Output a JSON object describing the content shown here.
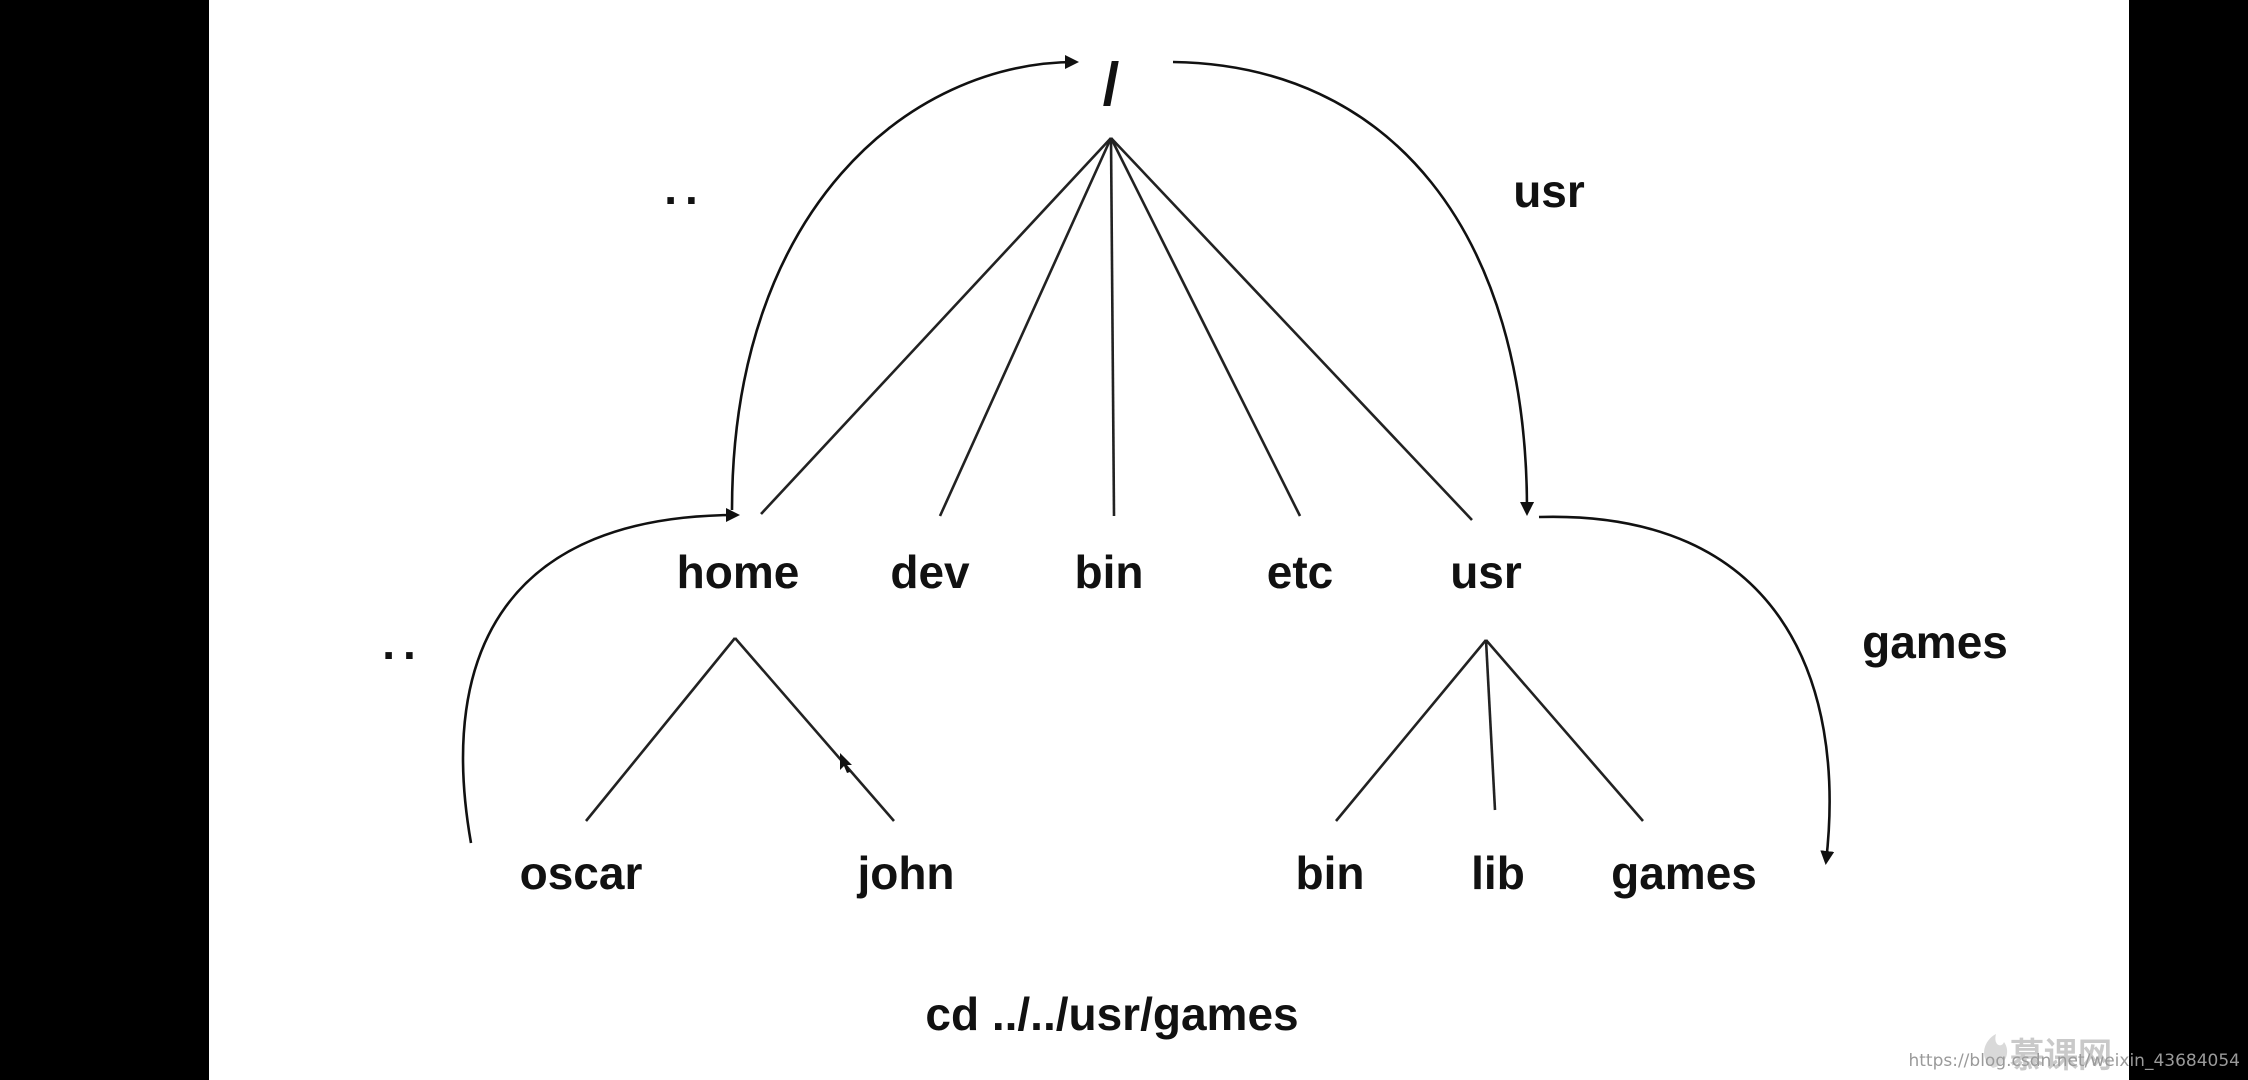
{
  "root": {
    "label": "/"
  },
  "level1": [
    {
      "id": "home",
      "label": "home"
    },
    {
      "id": "dev",
      "label": "dev"
    },
    {
      "id": "bin",
      "label": "bin"
    },
    {
      "id": "etc",
      "label": "etc"
    },
    {
      "id": "usr",
      "label": "usr"
    }
  ],
  "home_children": [
    {
      "id": "oscar",
      "label": "oscar"
    },
    {
      "id": "john",
      "label": "john"
    }
  ],
  "usr_children": [
    {
      "id": "usr-bin",
      "label": "bin"
    },
    {
      "id": "lib",
      "label": "lib"
    },
    {
      "id": "games",
      "label": "games"
    }
  ],
  "path_labels": {
    "parent_dir_upper": "..",
    "parent_dir_lower": "..",
    "usr_step": "usr",
    "games_step": "games"
  },
  "command": "cd ../../usr/games",
  "watermark": {
    "logo_text": "慕课网",
    "text": "https://blog.csdn.net/weixin_43684054"
  }
}
